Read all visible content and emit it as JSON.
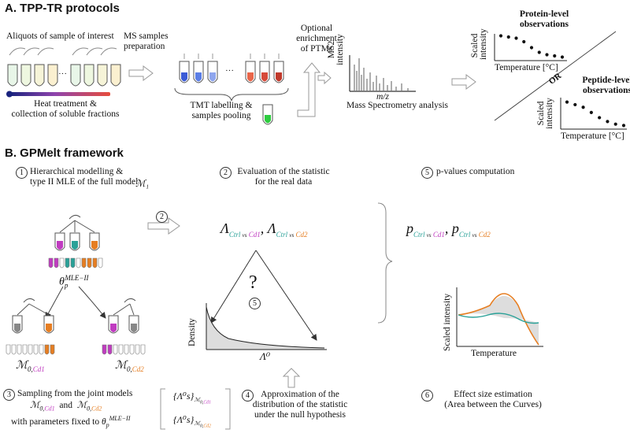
{
  "section_a": {
    "title": "A. TPP-TR protocols",
    "aliquots_label": "Aliquots of sample of interest",
    "ms_prep_label": "MS samples\npreparation",
    "optional_label": "Optional\nenrichment\nof PTMs",
    "heat_label": "Heat treatment &\ncollection of soluble fractions",
    "tmt_label": "TMT labelling &\nsamples pooling",
    "ms2_axis": "MS2\nintensity",
    "mz_axis": "m/z",
    "ms_analysis_label": "Mass Spectrometry analysis",
    "protein_title": "Protein-level\nobservations",
    "peptide_title": "Peptide-level\nobservations",
    "or_label": "OR",
    "scaled_intensity": "Scaled\nintensity",
    "temperature_label": "Temperature [°C]",
    "ellipsis": "···",
    "protein_points": [
      0.95,
      0.9,
      0.85,
      0.7,
      0.45,
      0.25,
      0.15,
      0.1,
      0.05
    ],
    "peptide_points": [
      0.95,
      0.85,
      0.75,
      0.55,
      0.35,
      0.2,
      0.1,
      0.05
    ]
  },
  "section_b": {
    "title": "B. GPMelt framework",
    "step1_num": "1",
    "step1_label": "Hierarchical modelling &\ntype II MLE of the full model",
    "step1_math": "ℳ₁",
    "step2_num": "2",
    "step2_label": "Evaluation of the statistic\nfor the real data",
    "step5_num": "5",
    "step5_label": "p-values computation",
    "theta_label": "θ",
    "theta_sup": "MLE−II",
    "theta_sub": "p",
    "model_cd1": "ℳ",
    "model_cd1_sub": "0,Cd1",
    "model_cd2": "ℳ",
    "model_cd2_sub": "0,Cd2",
    "lambda_stat_prefix": "Λ",
    "ctrl_label": "Ctrl",
    "vs_label": "vs",
    "cd1_label": "Cd1",
    "cd2_label": "Cd2",
    "p_symbol": "p",
    "question_mark": "?",
    "density_axis": "Density",
    "lambda0_axis": "Λ⁰",
    "step3_num": "3",
    "step3_line1": "Sampling from the joint models",
    "step3_and": "and",
    "step3_line3": "with parameters fixed to",
    "step4_num": "4",
    "step4_label": "Approximation of the\ndistribution of the statistic\nunder the null hypothesis",
    "lambda_set_1": "{Λ⁰s}",
    "lambda_set_2": "{Λ⁰s}",
    "step6_num": "6",
    "step6_label": "Effect size estimation\n(Area between the Curves)",
    "scaled_intensity_axis": "Scaled intensity",
    "temperature_axis": "Temperature"
  },
  "colors": {
    "teal": "#2aa198",
    "magenta": "#c03cc0",
    "orange": "#e67e22",
    "green": "#2ecc40",
    "tube_blue": "#3b5bd6",
    "tube_red": "#c0392b"
  }
}
